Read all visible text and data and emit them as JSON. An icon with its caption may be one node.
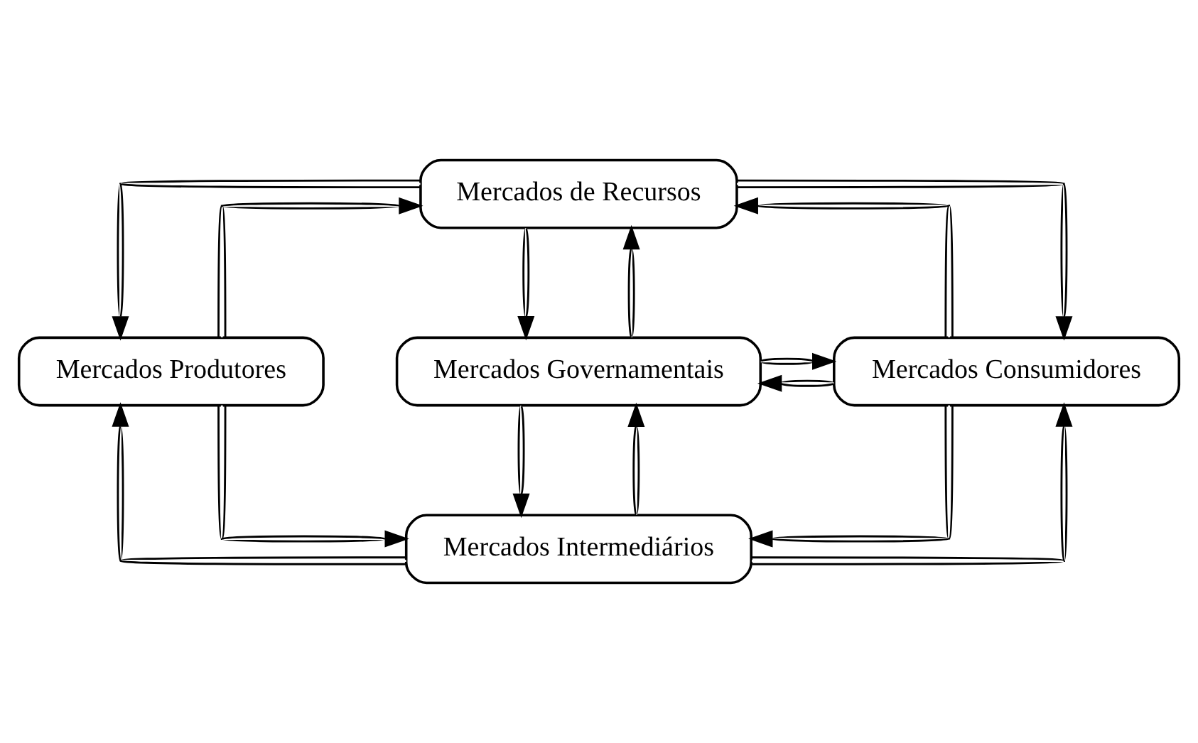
{
  "diagram": {
    "nodes": [
      {
        "text": [
          "Mercados de Recursos"
        ]
      },
      {
        "text": [
          "Mercados Produtores"
        ]
      },
      {
        "text": [
          "Mercados Governamentais"
        ]
      },
      {
        "text": [
          "Mercados Consumidores"
        ]
      },
      {
        "text": [
          "Mercados Intermediários"
        ]
      }
    ],
    "edges": [
      {
        "from": 0,
        "to": 1,
        "arrow": "to"
      },
      {
        "from": 1,
        "to": 0,
        "arrow": "to"
      },
      {
        "from": 0,
        "to": 2,
        "arrow": "to"
      },
      {
        "from": 2,
        "to": 0,
        "arrow": "to"
      },
      {
        "from": 0,
        "to": 3,
        "arrow": "to"
      },
      {
        "from": 3,
        "to": 0,
        "arrow": "to"
      },
      {
        "from": 3,
        "to": 2,
        "arrow": "to"
      },
      {
        "from": 2,
        "to": 3,
        "arrow": "to"
      },
      {
        "from": 2,
        "to": 4,
        "arrow": "to"
      },
      {
        "from": 4,
        "to": 2,
        "arrow": "to"
      },
      {
        "from": 4,
        "to": 1,
        "arrow": "to"
      },
      {
        "from": 1,
        "to": 4,
        "arrow": "to"
      },
      {
        "from": 3,
        "to": 4,
        "arrow": "to"
      },
      {
        "from": 4,
        "to": 3,
        "arrow": "to"
      }
    ]
  }
}
